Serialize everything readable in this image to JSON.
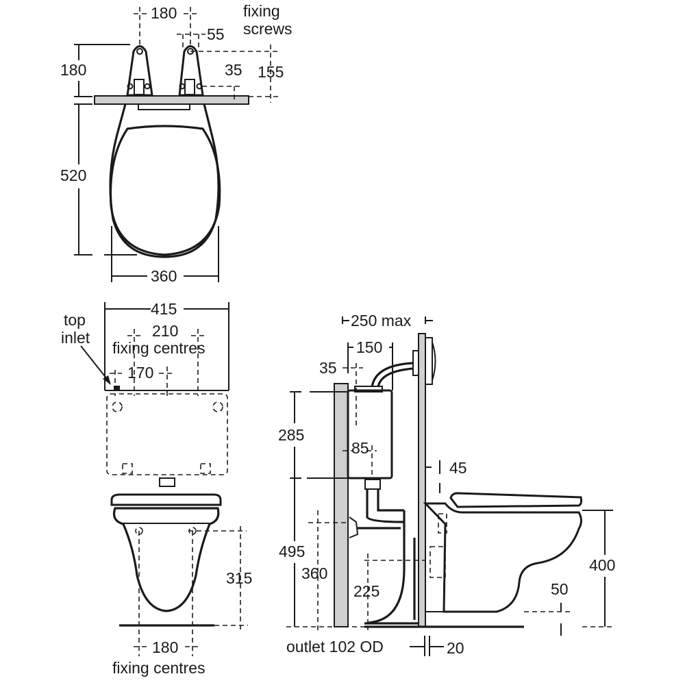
{
  "diagram": {
    "type": "technical-dimension-drawing",
    "subject": "wall-hung WC with concealed cistern frame",
    "views": {
      "plan": {
        "labels": {
          "hinge_spacing": "180",
          "fixing_screws": [
            "fixing",
            "screws"
          ],
          "screw_offset": "55",
          "depth_hinge": "180",
          "depth_35": "35",
          "depth_155": "155",
          "length": "520",
          "width": "360"
        }
      },
      "front": {
        "labels": {
          "cistern_width": "415",
          "fixing_centres_top_value": "210",
          "fixing_centres_top_text": "fixing centres",
          "top_inlet": [
            "top",
            "inlet"
          ],
          "inlet_offset": "170",
          "pan_fixing_height": "315",
          "pan_fixing_value": "180",
          "pan_fixing_text": "fixing centres"
        }
      },
      "side": {
        "labels": {
          "frame_depth": "250 max",
          "cistern_depth": "150",
          "wall_offset": "35",
          "cistern_height": "285",
          "outlet_offset": "85",
          "gap": "45",
          "frame_height": "495",
          "fixing_height": "360",
          "outlet_height": "225",
          "pan_height": "400",
          "floor_gap": "50",
          "outlet_desc": "outlet 102 OD",
          "panel_thickness": "20"
        }
      }
    }
  }
}
